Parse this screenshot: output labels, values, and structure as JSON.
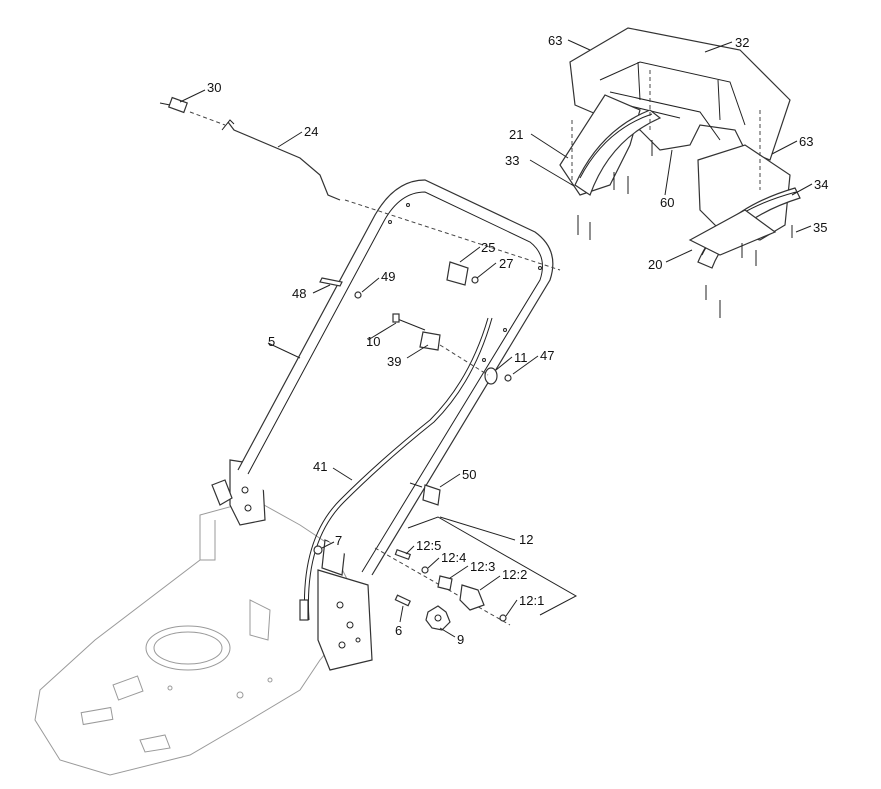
{
  "callouts": {
    "c30": "30",
    "c24": "24",
    "c25": "25",
    "c27": "27",
    "c48": "48",
    "c49": "49",
    "c5": "5",
    "c10": "10",
    "c39": "39",
    "c11": "11",
    "c47": "47",
    "c41": "41",
    "c50": "50",
    "c7": "7",
    "c12": "12",
    "c12_5": "12:5",
    "c12_4": "12:4",
    "c12_3": "12:3",
    "c12_2": "12:2",
    "c12_1": "12:1",
    "c6": "6",
    "c9": "9",
    "c63a": "63",
    "c32": "32",
    "c21": "21",
    "c33": "33",
    "c60": "60",
    "c63b": "63",
    "c34": "34",
    "c35": "35",
    "c20": "20"
  }
}
